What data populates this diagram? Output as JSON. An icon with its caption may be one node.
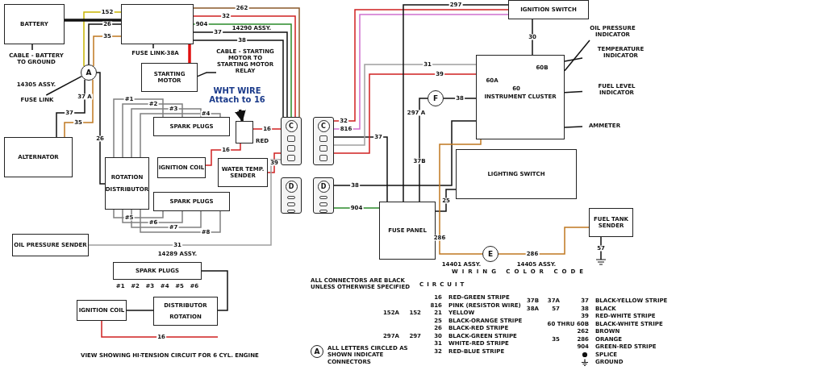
{
  "diagram": {
    "nodes": [
      {
        "text": [
          "BATTERY"
        ]
      },
      {
        "text": [
          "CABLE - BATTERY TO GROUND"
        ]
      },
      {
        "text": [],
        "shape": "box"
      },
      {
        "text": [
          "FUSE LINK-38A"
        ]
      },
      {
        "text": [
          "A"
        ]
      },
      {
        "text": [
          "FUSE LINK"
        ]
      },
      {
        "text": [
          "CABLE - STARTING MOTOR TO STARTING MOTOR RELAY"
        ]
      },
      {
        "text": [
          "STARTING MOTOR"
        ]
      },
      {
        "text": [
          "WHT WIRE Attach to 16"
        ]
      },
      {
        "text": [],
        "shape": "box"
      },
      {
        "text": [
          "ALTERNATOR"
        ]
      },
      {
        "text": [
          "SPARK PLUGS"
        ]
      },
      {
        "text": [
          "ROTATION",
          "DISTRIBUTOR"
        ]
      },
      {
        "text": [
          "IGNITION COIL"
        ]
      },
      {
        "text": [
          "WATER TEMP. SENDER"
        ]
      },
      {
        "text": [
          "SPARK PLUGS"
        ]
      },
      {
        "text": [
          "OIL PRESSURE SENDER"
        ]
      },
      {
        "text": [
          "C"
        ]
      },
      {
        "text": [
          "C"
        ]
      },
      {
        "text": [
          "D"
        ]
      },
      {
        "text": [
          "D"
        ]
      },
      {
        "text": [
          "SPARK PLUGS"
        ]
      },
      {
        "text": [
          "IGNITION COIL"
        ]
      },
      {
        "text": [
          "DISTRIBUTOR",
          "ROTATION"
        ]
      },
      {
        "text": [
          "IGNITION SWITCH"
        ]
      },
      {
        "text": [
          "OIL PRESSURE INDICATOR"
        ]
      },
      {
        "text": [
          "TEMPERATURE INDICATOR"
        ]
      },
      {
        "text": [
          "INSTRUMENT CLUSTER"
        ]
      },
      {
        "text": [
          "FUEL LEVEL INDICATOR"
        ]
      },
      {
        "text": [
          "AMMETER"
        ]
      },
      {
        "text": [
          "F"
        ]
      },
      {
        "text": [
          "LIGHTING SWITCH"
        ]
      },
      {
        "text": [
          "FUSE PANEL"
        ]
      },
      {
        "text": [
          "FUEL TANK SENDER"
        ]
      },
      {
        "text": [
          "E"
        ]
      },
      {
        "text": [
          "A"
        ],
        "beside": [
          "ALL LETTERS CIRCLED AS SHOWN INDICATE CONNECTORS"
        ]
      }
    ],
    "edges": [
      {
        "from": 2,
        "to": 4,
        "arrow": "none",
        "label": "152",
        "color": "#c8b400"
      },
      {
        "from": 2,
        "to": 4,
        "arrow": "none",
        "label": "26"
      },
      {
        "from": 2,
        "to": 4,
        "arrow": "none",
        "label": "35",
        "color": "#c07820"
      },
      {
        "from": 4,
        "to": 10,
        "arrow": "none",
        "label": "37"
      },
      {
        "from": 4,
        "to": 10,
        "arrow": "none",
        "label": "35",
        "color": "#c07820"
      },
      {
        "from": 4,
        "to": 12,
        "arrow": "none",
        "label": "26"
      },
      {
        "from": 2,
        "to": 17,
        "arrow": "none",
        "label": "262",
        "color": "#8b5a2b"
      },
      {
        "from": 2,
        "to": 17,
        "arrow": "none",
        "label": "32",
        "color": "#d02020"
      },
      {
        "from": 2,
        "to": 17,
        "arrow": "none",
        "label": "904",
        "color": "#2a8a2a"
      },
      {
        "from": 2,
        "to": 17,
        "arrow": "none",
        "label": "37"
      },
      {
        "from": 2,
        "to": 17,
        "arrow": "none",
        "label": "38"
      },
      {
        "from": 7,
        "to": 2,
        "arrow": "none",
        "style": "thick",
        "color": "#e01010"
      },
      {
        "from": 0,
        "to": 2,
        "arrow": "none",
        "style": "thick"
      },
      {
        "from": 1,
        "to": 0,
        "arrow": "none"
      },
      {
        "from": 3,
        "to": 2,
        "arrow": "none"
      },
      {
        "from": 5,
        "to": 4,
        "arrow": "none"
      },
      {
        "from": 6,
        "to": 7,
        "arrow": "none"
      },
      {
        "from": 8,
        "to": 9,
        "arrow": "to",
        "style": "thick"
      },
      {
        "from": 12,
        "to": 11,
        "arrow": "none",
        "label": "#1",
        "color": "#808080"
      },
      {
        "from": 12,
        "to": 11,
        "arrow": "none",
        "label": "#2",
        "color": "#808080"
      },
      {
        "from": 12,
        "to": 11,
        "arrow": "none",
        "label": "#3",
        "color": "#808080"
      },
      {
        "from": 12,
        "to": 11,
        "arrow": "none",
        "label": "#4",
        "color": "#808080"
      },
      {
        "from": 12,
        "to": 15,
        "arrow": "none",
        "label": "#5",
        "color": "#808080"
      },
      {
        "from": 12,
        "to": 15,
        "arrow": "none",
        "label": "#6",
        "color": "#808080"
      },
      {
        "from": 12,
        "to": 15,
        "arrow": "none",
        "label": "#7",
        "color": "#808080"
      },
      {
        "from": 12,
        "to": 15,
        "arrow": "none",
        "label": "#8",
        "color": "#808080"
      },
      {
        "from": 13,
        "to": 9,
        "arrow": "none",
        "label": "16",
        "color": "#d02020"
      },
      {
        "from": 9,
        "to": 17,
        "arrow": "none",
        "label": "16",
        "color": "#d02020"
      },
      {
        "from": 14,
        "to": 17,
        "arrow": "none",
        "label": "39",
        "color": "#d02020"
      },
      {
        "from": 16,
        "to": 17,
        "arrow": "none",
        "label": "31",
        "color": "#a0a0a0"
      },
      {
        "from": 18,
        "to": 24,
        "arrow": "none",
        "label": "32",
        "color": "#d02020"
      },
      {
        "from": 18,
        "to": 24,
        "arrow": "none",
        "label": "816",
        "color": "#d070d0"
      },
      {
        "from": 18,
        "to": 32,
        "arrow": "none",
        "label": "37"
      },
      {
        "from": 18,
        "to": 27,
        "arrow": "none",
        "label": "31",
        "color": "#a0a0a0"
      },
      {
        "from": 18,
        "to": 27,
        "arrow": "none",
        "label": "39",
        "color": "#d02020"
      },
      {
        "from": 24,
        "to": 32,
        "arrow": "none",
        "label": "297"
      },
      {
        "from": 24,
        "to": 27,
        "arrow": "none",
        "label": "30"
      },
      {
        "from": 32,
        "to": 30,
        "arrow": "none",
        "label": "37B"
      },
      {
        "from": 30,
        "to": 27,
        "arrow": "none",
        "label": "38"
      },
      {
        "from": 20,
        "to": 27,
        "arrow": "none",
        "label": "38"
      },
      {
        "from": 20,
        "to": 32,
        "arrow": "none",
        "label": "904",
        "color": "#2a8a2a"
      },
      {
        "from": 32,
        "to": 31,
        "arrow": "none",
        "label": "25"
      },
      {
        "from": 27,
        "to": 34,
        "arrow": "none",
        "label": "286",
        "color": "#c07820"
      },
      {
        "from": 34,
        "to": 33,
        "arrow": "none",
        "label": "286",
        "color": "#c07820"
      },
      {
        "from": 33,
        "to": null,
        "arrow": "none",
        "label": "57"
      },
      {
        "from": 25,
        "to": 27,
        "arrow": "none"
      },
      {
        "from": 26,
        "to": 27,
        "arrow": "none"
      },
      {
        "from": 28,
        "to": 27,
        "arrow": "none"
      },
      {
        "from": 29,
        "to": 27,
        "arrow": "none"
      },
      {
        "from": 22,
        "to": 23,
        "arrow": "none"
      },
      {
        "from": 23,
        "to": 21,
        "arrow": "none"
      },
      {
        "from": 22,
        "to": null,
        "arrow": "none",
        "label": "16",
        "color": "#d02020"
      }
    ],
    "labels": [
      "14290 ASSY.",
      "37 A",
      "14305 ASSY.",
      "RED",
      "14289 ASSY.",
      "60B",
      "60A",
      "60",
      "297 A",
      "14401 ASSY.",
      "14405 ASSY.",
      "#1",
      "#2",
      "#3",
      "#4",
      "#5",
      "#6",
      "VIEW SHOWING HI-TENSION CIRCUIT FOR 6 CYL. ENGINE",
      "WIRING COLOR CODE",
      "ALL CONNECTORS ARE BLACK UNLESS OTHERWISE SPECIFIED",
      "CIRCUIT",
      "16",
      "RED-GREEN STRIPE",
      "816",
      "PINK (RESISTOR WIRE)",
      "152A",
      "152",
      "21",
      "YELLOW",
      "25",
      "BLACK-ORANGE STRIPE",
      "26",
      "BLACK-RED STRIPE",
      "297A",
      "297",
      "30",
      "BLACK-GREEN STRIPE",
      "31",
      "WHITE-RED STRIPE",
      "32",
      "RED-BLUE STRIPE",
      "37B",
      "37A",
      "37",
      "BLACK-YELLOW STRIPE",
      "38A",
      "57",
      "38",
      "BLACK",
      "39",
      "RED-WHITE STRIPE",
      "60 THRU 60B",
      "BLACK-WHITE STRIPE",
      "262",
      "BROWN",
      "35",
      "286",
      "ORANGE",
      "904",
      "GREEN-RED STRIPE",
      "SPLICE",
      "GROUND"
    ]
  }
}
